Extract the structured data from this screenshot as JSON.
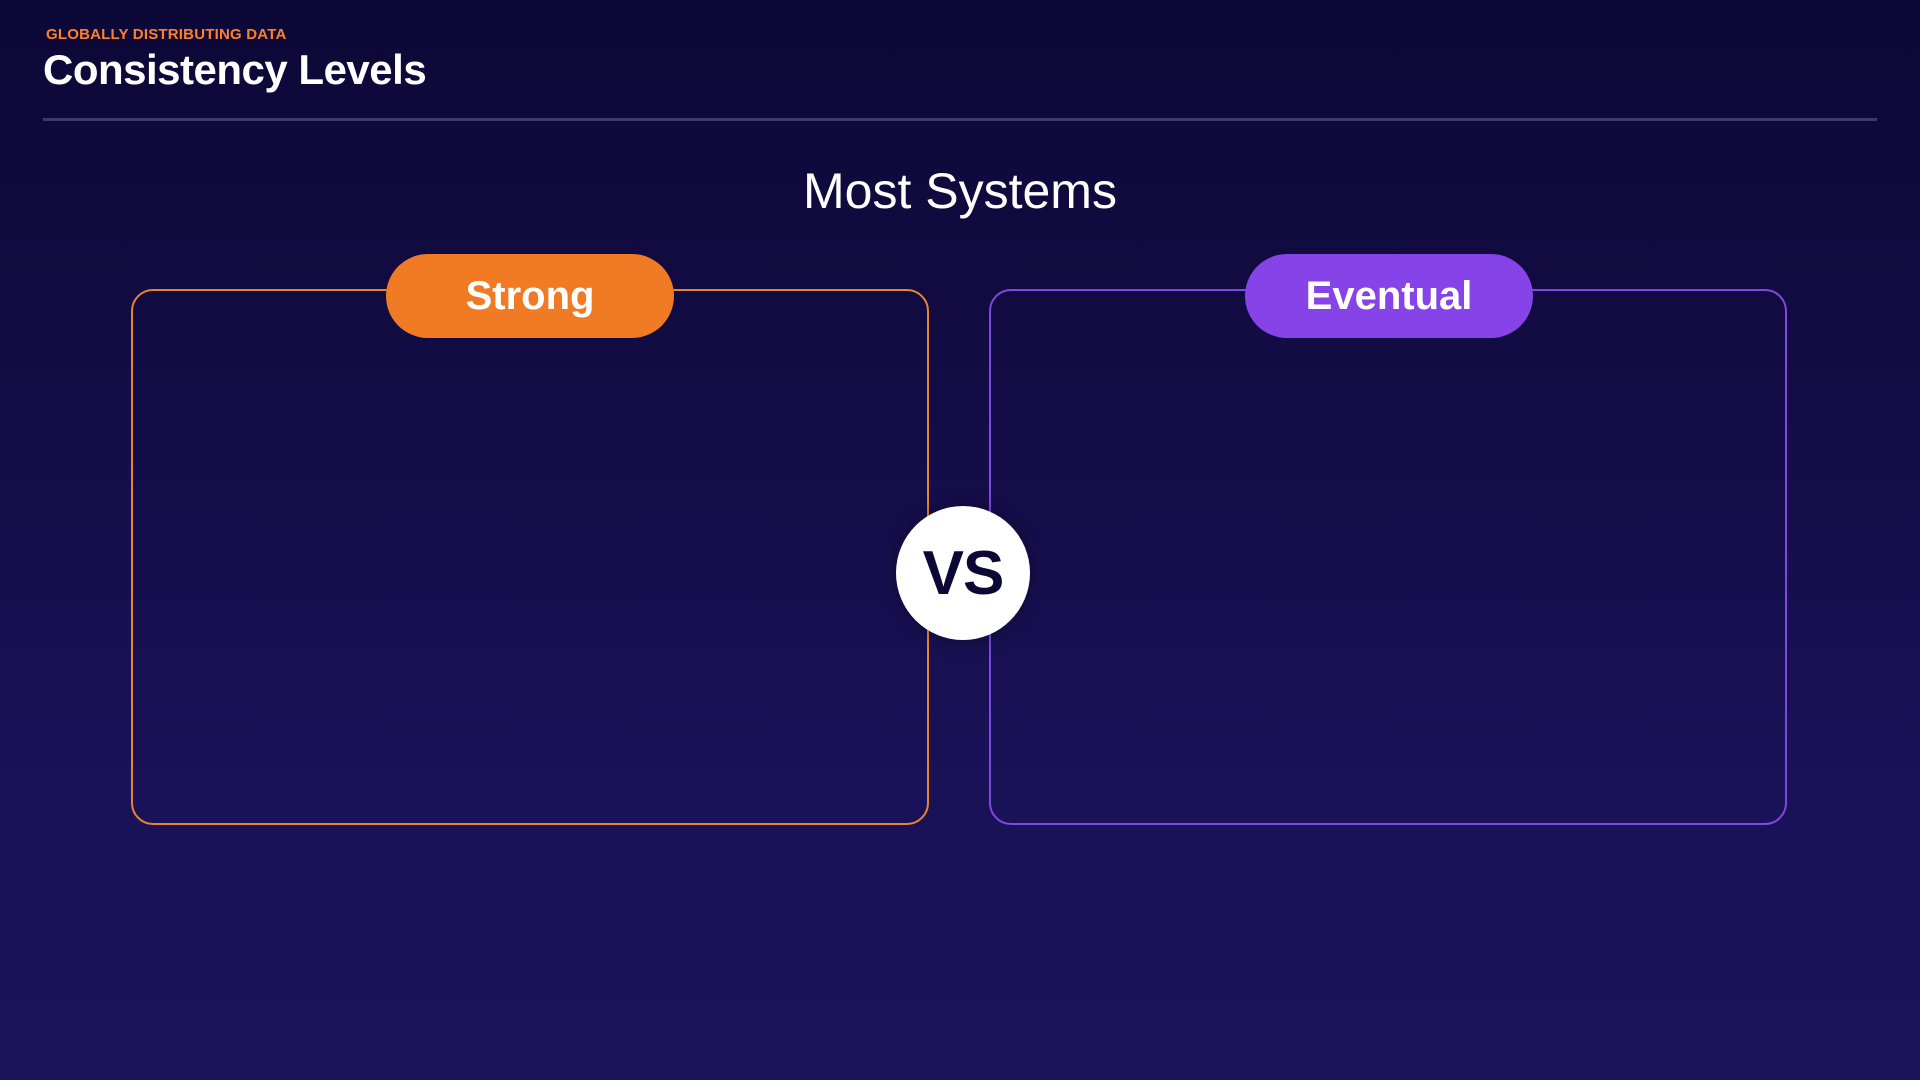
{
  "header": {
    "eyebrow": "GLOBALLY DISTRIBUTING DATA",
    "title": "Consistency Levels"
  },
  "main": {
    "subtitle": "Most Systems",
    "vs_label": "VS",
    "panels": [
      {
        "label": "Strong",
        "color": "#f07b24"
      },
      {
        "label": "Eventual",
        "color": "#8543e8"
      }
    ]
  },
  "colors": {
    "background": "#130c45",
    "eyebrow": "#ff7f2a",
    "strong_border": "#e8832e",
    "eventual_border": "#7f48e0"
  }
}
